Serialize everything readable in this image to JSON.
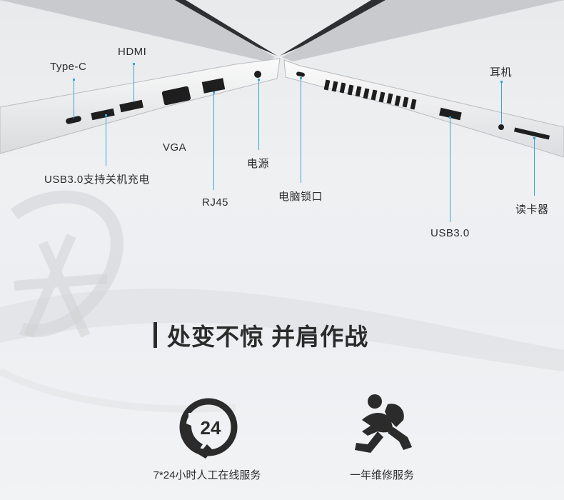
{
  "ports": {
    "type_c": "Type-C",
    "hdmi": "HDMI",
    "usb_charging": "USB3.0支持关机充电",
    "vga": "VGA",
    "rj45": "RJ45",
    "power": "电源",
    "lock": "电脑锁口",
    "usb30": "USB3.0",
    "headphone": "耳机",
    "card_reader": "读卡器"
  },
  "headline": "处变不惊 并肩作战",
  "services": [
    {
      "icon": "support-24-icon",
      "badge": "24",
      "caption": "7*24小时人工在线服务"
    },
    {
      "icon": "running-man-icon",
      "caption": "一年维修服务"
    }
  ],
  "colors": {
    "leader": "#3aa3d9",
    "text": "#2b2b2b"
  }
}
